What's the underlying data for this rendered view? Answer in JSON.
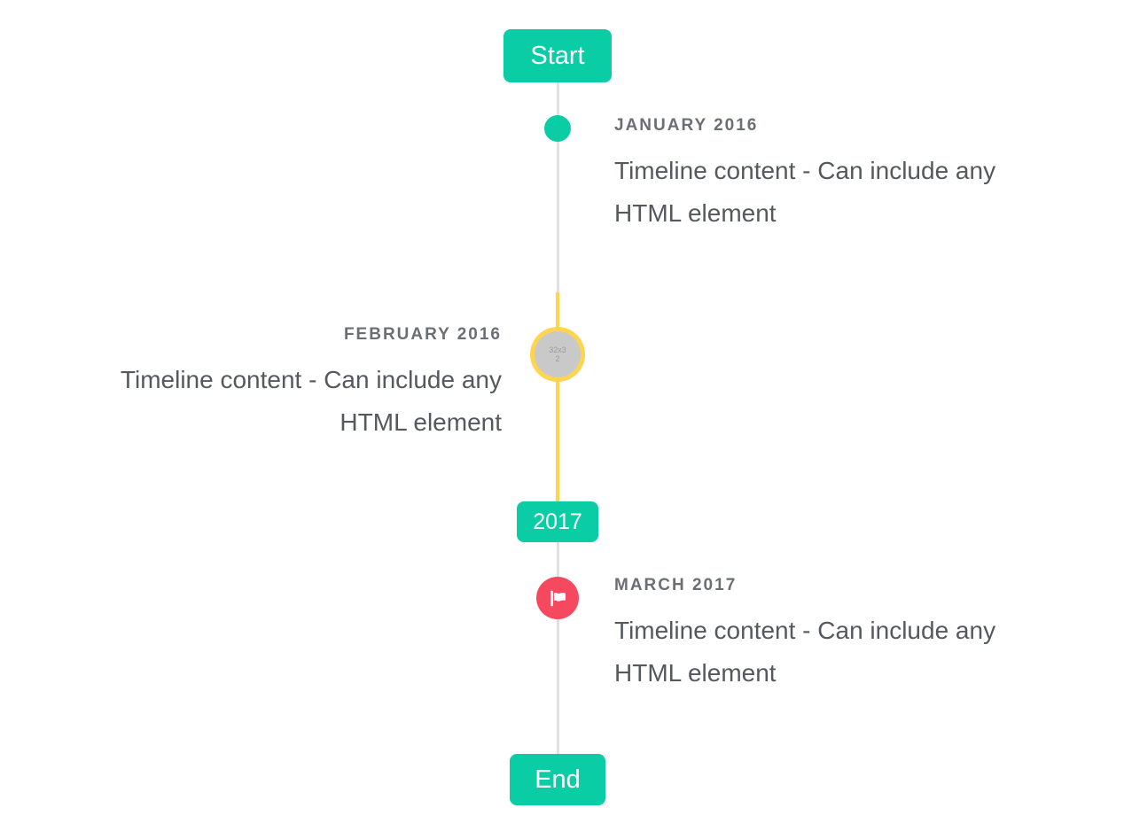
{
  "timeline": {
    "start_button": "Start",
    "end_button": "End",
    "year_badge": "2017",
    "items": [
      {
        "date_label": "JANUARY 2016",
        "content": "Timeline content - Can include any HTML element",
        "side": "right",
        "marker": "teal-dot"
      },
      {
        "date_label": "FEBRUARY 2016",
        "content": "Timeline content - Can include any HTML element",
        "side": "left",
        "marker": "image-placeholder-circle",
        "marker_placeholder_text": "32x32"
      },
      {
        "date_label": "MARCH 2017",
        "content": "Timeline content - Can include any HTML element",
        "side": "right",
        "marker": "flag-icon"
      }
    ],
    "colors": {
      "accent_teal": "#0bcda5",
      "highlight_yellow": "#ffd44f",
      "flag_red": "#f6495f",
      "line_gray": "#e1e1e1",
      "placeholder_gray": "#c9c9c9",
      "title_text": "#6b6f74",
      "content_text": "#55595e"
    }
  }
}
